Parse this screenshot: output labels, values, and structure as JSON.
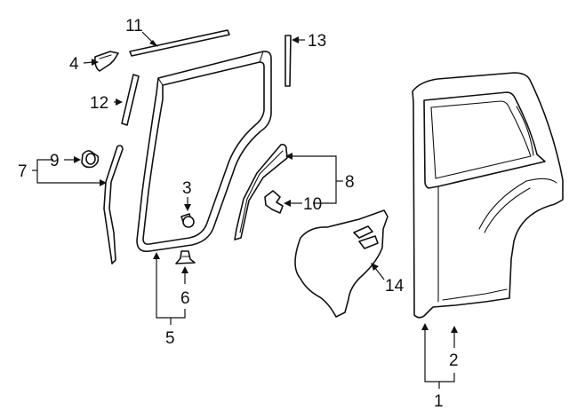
{
  "callouts": {
    "c1": "1",
    "c2": "2",
    "c3": "3",
    "c4": "4",
    "c5": "5",
    "c6": "6",
    "c7": "7",
    "c8": "8",
    "c9": "9",
    "c10": "10",
    "c11": "11",
    "c12": "12",
    "c13": "13",
    "c14": "14"
  },
  "colors": {
    "line": "#111111",
    "background": "#ffffff"
  }
}
